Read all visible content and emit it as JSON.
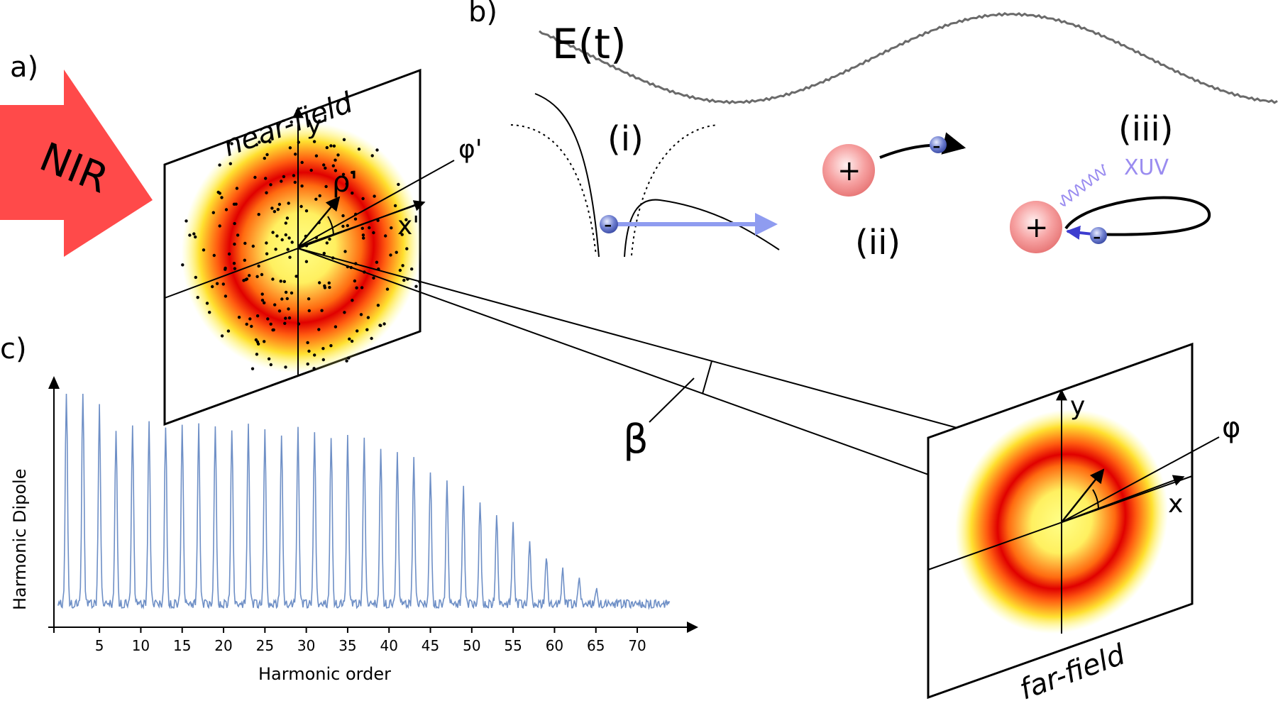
{
  "panels": {
    "a": "a)",
    "b": "b)",
    "c": "c)"
  },
  "beam": {
    "arrow_label": "NIR",
    "near_field": {
      "title": "near-field",
      "axis_x": "x'",
      "axis_y": "y'",
      "radius": "ρ'",
      "phi": "φ'"
    },
    "far_field": {
      "title": "far-field",
      "axis_x": "x",
      "axis_y": "y",
      "phi": "φ"
    },
    "divergence_angle": "β"
  },
  "three_step": {
    "field_label": "E(t)",
    "step_i": "(i)",
    "step_ii": "(ii)",
    "step_iii": "(iii)",
    "ion_sign": "+",
    "electron_sign": "-",
    "emission_label": "XUV"
  },
  "chart_data": {
    "type": "line",
    "title": "",
    "xlabel": "Harmonic order",
    "ylabel": "Harmonic Dipole",
    "xlim": [
      -0.5,
      76
    ],
    "xticks": [
      5,
      10,
      15,
      20,
      25,
      30,
      35,
      40,
      45,
      50,
      55,
      60,
      65,
      70
    ],
    "grid": false,
    "color": "#6e8fc6",
    "series": [
      {
        "peaks": {
          "order": [
            1,
            3,
            5,
            7,
            9,
            11,
            13,
            15,
            17,
            19,
            21,
            23,
            25,
            27,
            29,
            31,
            33,
            35,
            37,
            39,
            41,
            43,
            45,
            47,
            49,
            51,
            53,
            55,
            57,
            59,
            61,
            63,
            65
          ],
          "height": [
            0.97,
            0.98,
            0.88,
            0.79,
            0.8,
            0.8,
            0.8,
            0.81,
            0.79,
            0.8,
            0.79,
            0.79,
            0.78,
            0.77,
            0.78,
            0.76,
            0.76,
            0.75,
            0.73,
            0.71,
            0.68,
            0.64,
            0.6,
            0.56,
            0.51,
            0.46,
            0.41,
            0.35,
            0.28,
            0.22,
            0.15,
            0.11,
            0.07
          ]
        },
        "background_level": 0.06
      }
    ]
  }
}
